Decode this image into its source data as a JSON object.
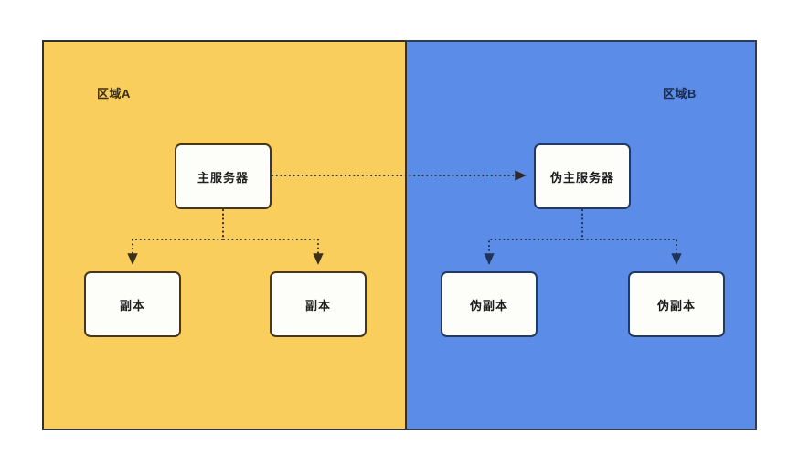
{
  "diagram": {
    "title_visible": false,
    "background_color": "#ffffff",
    "regions": [
      {
        "id": "region-a",
        "label": "区域A",
        "fill_color": "#F9CE5C",
        "border_color": "#30302E",
        "label_color": "#3C2F12"
      },
      {
        "id": "region-b",
        "label": "区域B",
        "fill_color": "#5B8CE8",
        "border_color": "#2C3E57",
        "label_color": "#1B2B4A"
      }
    ],
    "nodes": [
      {
        "id": "node-master",
        "label": "主服务器",
        "region": "region-a",
        "fill_color": "#FDFDFA",
        "border_color": "#443621"
      },
      {
        "id": "node-replica-1",
        "label": "副本",
        "region": "region-a",
        "fill_color": "#FDFDFA",
        "border_color": "#443621"
      },
      {
        "id": "node-replica-2",
        "label": "副本",
        "region": "region-a",
        "fill_color": "#FDFDFA",
        "border_color": "#443621"
      },
      {
        "id": "node-pseudo-master",
        "label": "伪主服务器",
        "region": "region-b",
        "fill_color": "#FDFDFA",
        "border_color": "#233A5E"
      },
      {
        "id": "node-pseudo-replica-1",
        "label": "伪副本",
        "region": "region-b",
        "fill_color": "#FDFDFA",
        "border_color": "#233A5E"
      },
      {
        "id": "node-pseudo-replica-2",
        "label": "伪副本",
        "region": "region-b",
        "fill_color": "#FDFDFA",
        "border_color": "#233A5E"
      }
    ],
    "edges": [
      {
        "id": "edge-master-to-pseudo-master",
        "from": "node-master",
        "to": "node-pseudo-master",
        "style": "dotted",
        "arrow": true,
        "color": "#2A2A28"
      },
      {
        "id": "edge-master-to-replica-1",
        "from": "node-master",
        "to": "node-replica-1",
        "style": "dotted",
        "arrow": true,
        "color": "#3A2F1B"
      },
      {
        "id": "edge-master-to-replica-2",
        "from": "node-master",
        "to": "node-replica-2",
        "style": "dotted",
        "arrow": true,
        "color": "#3A2F1B"
      },
      {
        "id": "edge-pseudo-master-to-pseudo-replica-1",
        "from": "node-pseudo-master",
        "to": "node-pseudo-replica-1",
        "style": "dotted",
        "arrow": true,
        "color": "#1F3356"
      },
      {
        "id": "edge-pseudo-master-to-pseudo-replica-2",
        "from": "node-pseudo-master",
        "to": "node-pseudo-replica-2",
        "style": "dotted",
        "arrow": true,
        "color": "#1F3356"
      }
    ]
  }
}
